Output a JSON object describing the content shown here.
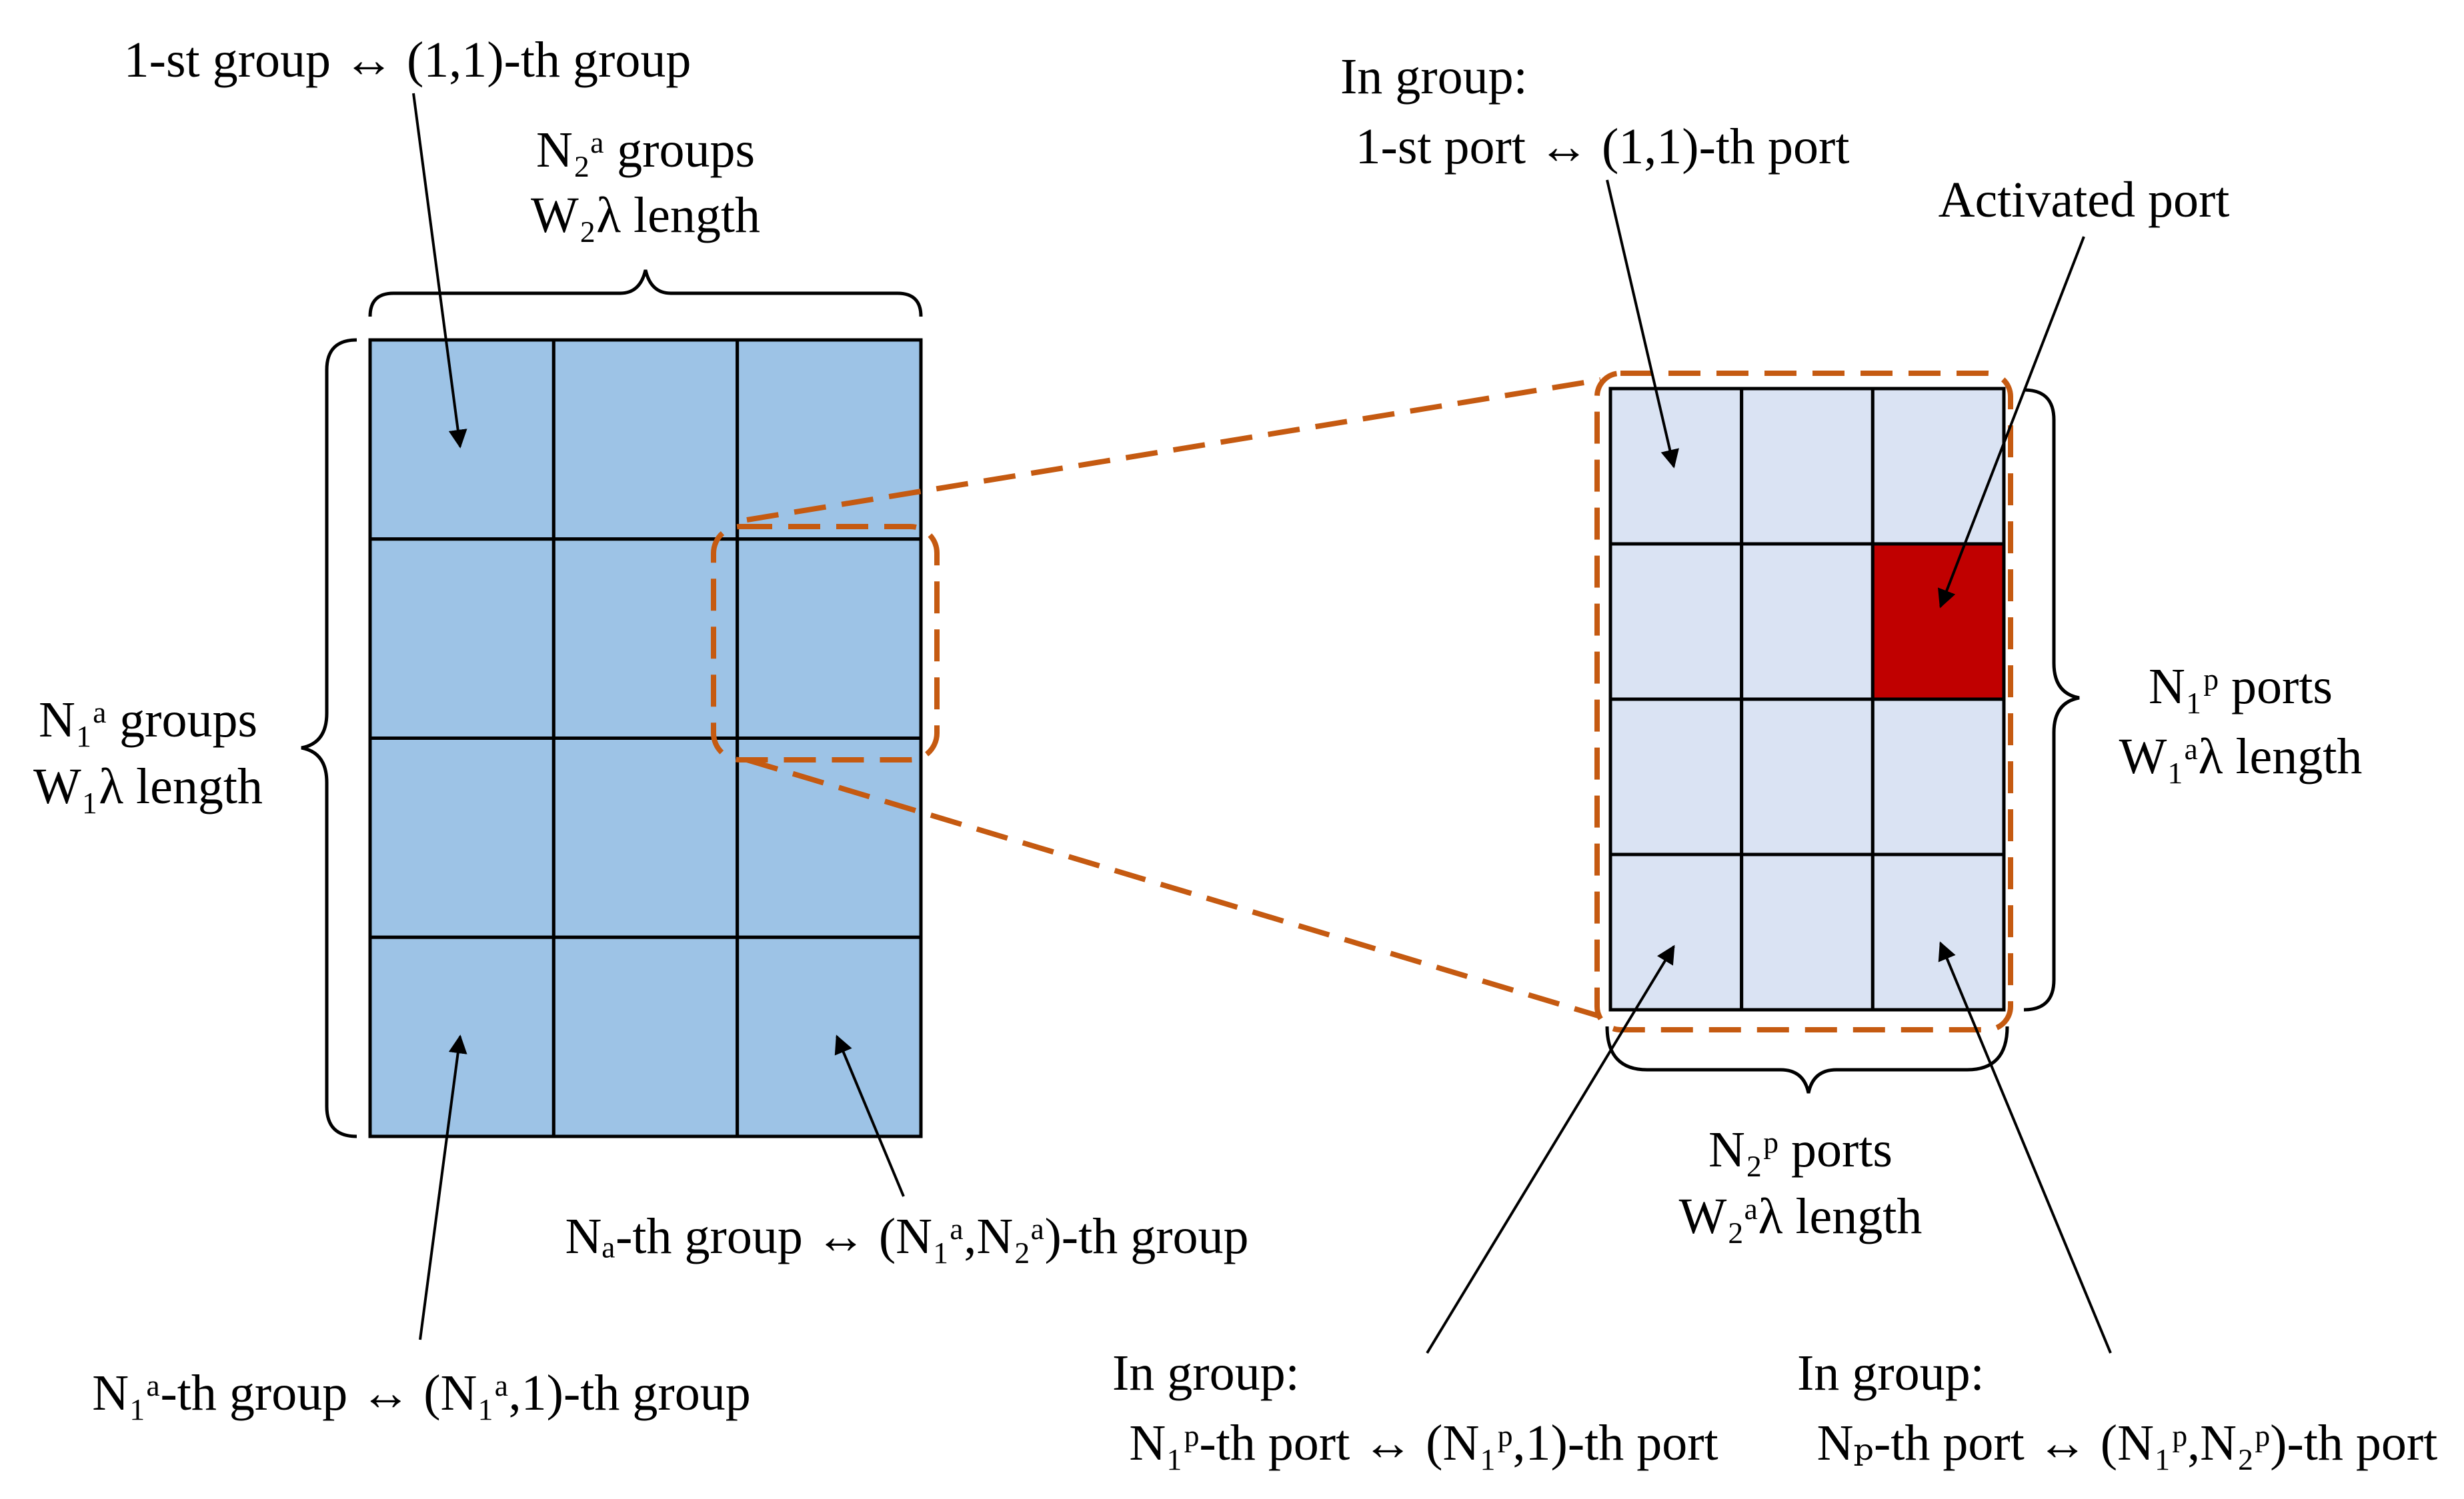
{
  "colors": {
    "group_fill": "#9dc3e6",
    "port_fill": "#dae3f3",
    "activated_port": "#c00000",
    "zoom_outline": "#c55a11",
    "grid_line": "#000000"
  },
  "left_grid": {
    "rows": 4,
    "cols": 3
  },
  "right_grid": {
    "rows": 4,
    "cols": 3,
    "activated_cell": {
      "row": 2,
      "col": 3
    }
  },
  "labels": {
    "first_group": "1-st group ↔ (1,1)-th group",
    "groups_top_count": "N₂ᵃ groups",
    "groups_top_length": "W₂λ length",
    "groups_left_count": "N₁ᵃ groups",
    "groups_left_length": "W₁λ length",
    "na_group": "Nₐ-th group ↔ (N₁ᵃ,N₂ᵃ)-th group",
    "n1a_group": "N₁ᵃ-th group ↔ (N₁ᵃ,1)-th group",
    "in_group_top_heading": "In group:",
    "first_port": "1-st port ↔ (1,1)-th port",
    "activated_port": "Activated port",
    "ports_right_count": "N₁ᵖ ports",
    "ports_right_length": "W₁ᵃλ length",
    "ports_bottom_count": "N₂ᵖ ports",
    "ports_bottom_length": "W₂ᵃλ length",
    "in_group_bl_heading": "In group:",
    "n1p_port": "N₁ᵖ-th port ↔ (N₁ᵖ,1)-th port",
    "in_group_br_heading": "In group:",
    "np_port": "Nₚ-th port ↔ (N₁ᵖ,N₂ᵖ)-th port"
  }
}
